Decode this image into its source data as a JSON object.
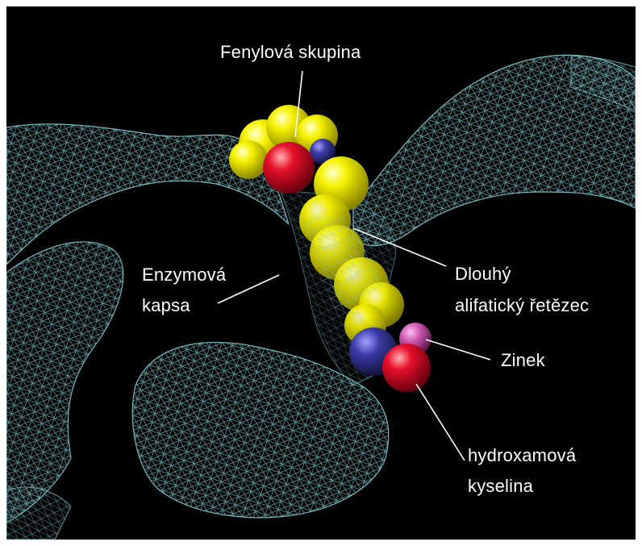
{
  "labels": {
    "phenyl": "Fenylová skupina",
    "pocket_line1": "Enzymová",
    "pocket_line2": "kapsa",
    "chain_line1": "Dlouhý",
    "chain_line2": "alifatický řetězec",
    "zinc": "Zinek",
    "hydroxamic_line1": "hydroxamová",
    "hydroxamic_line2": "kyselina"
  },
  "colors": {
    "background": "#000000",
    "mesh": "#7fc4cc",
    "carbon": "#f2f000",
    "oxygen": "#e8102a",
    "nitrogen": "#3a3aa8",
    "zinc": "#d25ab4",
    "label_text": "#ffffff"
  }
}
